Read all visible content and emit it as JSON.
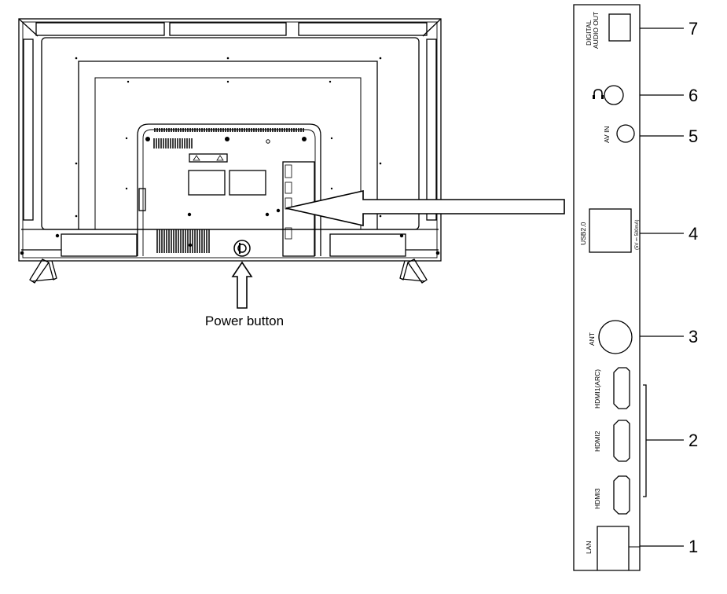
{
  "tv": {
    "power_label": "Power button"
  },
  "panel": {
    "ports": {
      "digital_audio": {
        "line1": "DIGITAL",
        "line2": "AUDIO OUT",
        "number": "7"
      },
      "headphone": {
        "number": "6"
      },
      "av_in": {
        "label": "AV IN",
        "number": "5"
      },
      "usb": {
        "label": "USB2.0",
        "rating": "(5V ⎓ 500mA)",
        "number": "4"
      },
      "ant": {
        "label": "ANT",
        "number": "3"
      },
      "hdmi1": {
        "label": "HDMI1(ARC)"
      },
      "hdmi2": {
        "label": "HDMI2"
      },
      "hdmi3": {
        "label": "HDMI3"
      },
      "hdmi_group": {
        "number": "2"
      },
      "lan": {
        "label": "LAN",
        "number": "1"
      }
    }
  },
  "colors": {
    "line": "#000000",
    "background": "#ffffff"
  }
}
